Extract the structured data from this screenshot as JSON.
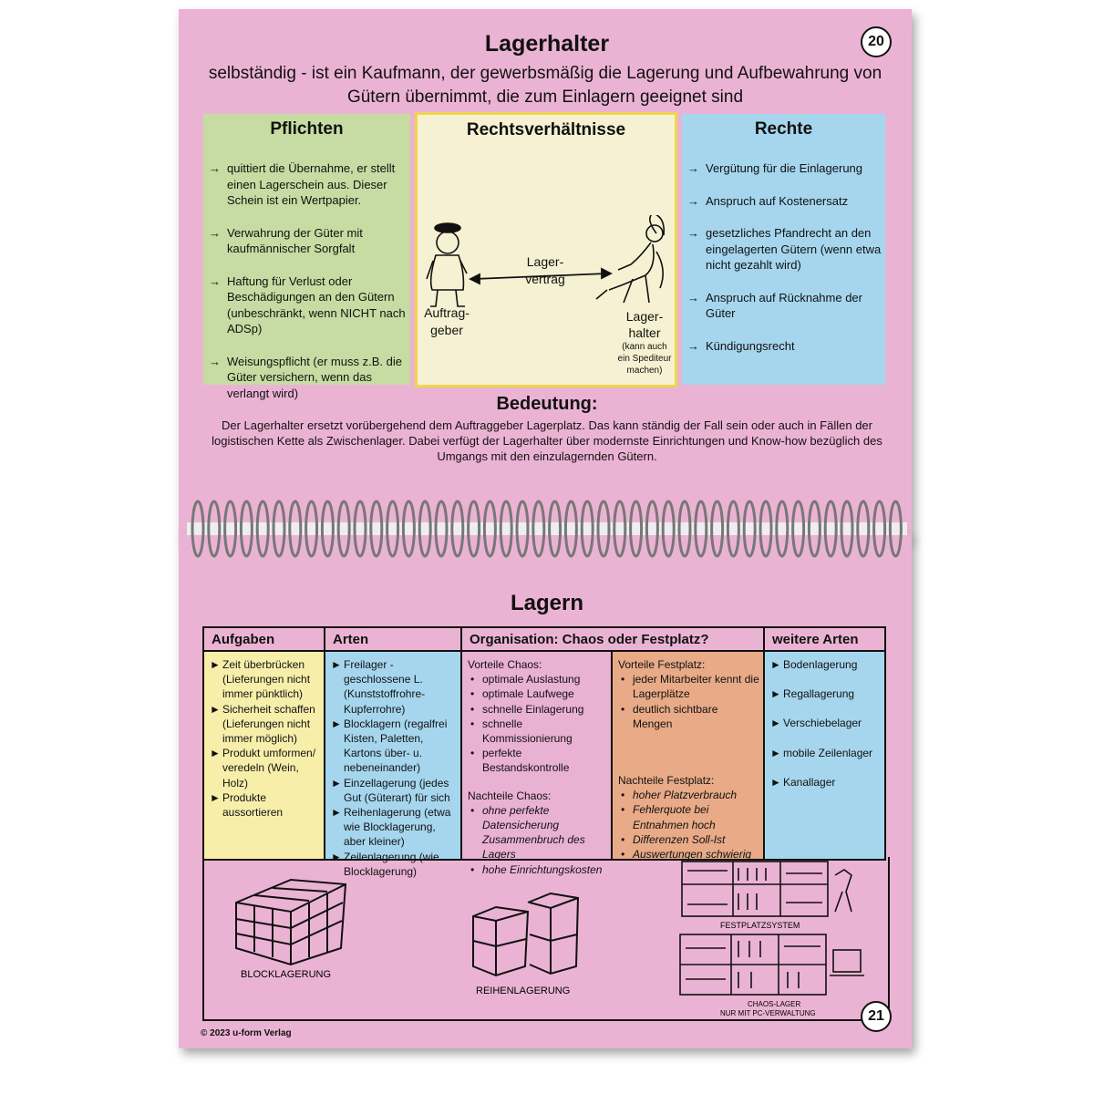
{
  "top": {
    "page_number": "20",
    "title": "Lagerhalter",
    "subtitle_line1": "selbständig - ist ein Kaufmann, der gewerbsmäßig die Lagerung und Aufbewahrung von",
    "subtitle_line2": "Gütern übernimmt, die zum Einlagern geeignet sind",
    "pflichten": {
      "heading": "Pflichten",
      "items": [
        "quittiert die Übernahme, er stellt einen Lagerschein aus. Dieser Schein ist ein Wertpapier.",
        "Verwahrung der Güter mit kaufmännischer Sorgfalt",
        "Haftung für Verlust oder Beschädigungen an den Gütern (unbeschränkt, wenn NICHT nach ADSp)",
        "Weisungspflicht (er muss z.B. die Güter versichern, wenn das verlangt wird)"
      ]
    },
    "rechtsverhaeltnisse": {
      "heading": "Rechtsverhältnisse",
      "contract_line1": "Lager-",
      "contract_line2": "vertrag",
      "left_line1": "Auftrag-",
      "left_line2": "geber",
      "right_line1": "Lager-",
      "right_line2": "halter",
      "right_note1": "(kann auch",
      "right_note2": "ein Spediteur",
      "right_note3": "machen)"
    },
    "rechte": {
      "heading": "Rechte",
      "items": [
        "Vergütung für die Einlagerung",
        "Anspruch auf Kostenersatz",
        "gesetzliches Pfandrecht an den eingelagerten Gütern (wenn etwa nicht gezahlt wird)",
        "Anspruch auf Rücknahme der Güter",
        "Kündigungsrecht"
      ]
    },
    "bedeutung": {
      "heading": "Bedeutung:",
      "text": "Der Lagerhalter ersetzt vorübergehend dem Auftraggeber Lagerplatz. Das kann ständig der Fall sein oder auch in Fällen der logistischen Kette als Zwischenlager. Dabei verfügt der Lagerhalter über modernste Einrichtungen und Know-how bezüglich des Umgangs mit den einzulagernden Gütern."
    }
  },
  "bottom": {
    "page_number": "21",
    "title": "Lagern",
    "headers": {
      "aufgaben": "Aufgaben",
      "arten": "Arten",
      "organisation": "Organisation: Chaos oder Festplatz?",
      "weitere": "weitere Arten"
    },
    "aufgaben": [
      "Zeit überbrücken (Lieferungen nicht immer pünktlich)",
      "Sicherheit schaffen (Lieferungen nicht immer möglich)",
      "Produkt umformen/ veredeln (Wein, Holz)",
      "Produkte aussortieren"
    ],
    "arten": [
      "Freilager - geschlossene L. (Kunststoffrohre-Kupferrohre)",
      "Blocklagern (regalfrei Kisten, Paletten, Kartons über- u. nebeneinander)",
      "Einzellagerung (jedes Gut (Güterart) für sich",
      "Reihenlagerung (etwa wie Blocklagerung, aber kleiner)",
      "Zeilenlagerung (wie Blocklagerung)"
    ],
    "chaos": {
      "vorteile_title": "Vorteile Chaos:",
      "vorteile": [
        "optimale Auslastung",
        "optimale Laufwege",
        "schnelle Einlagerung",
        "schnelle Kommissionierung",
        "perfekte Bestandskontrolle"
      ],
      "nachteile_title": "Nachteile Chaos:",
      "nachteile": [
        "ohne perfekte Datensicherung Zusammenbruch des Lagers",
        "hohe Einrichtungskosten"
      ]
    },
    "festplatz": {
      "vorteile_title": "Vorteile Festplatz:",
      "vorteile": [
        "jeder Mitarbeiter kennt die Lagerplätze",
        "deutlich sichtbare Mengen"
      ],
      "nachteile_title": "Nachteile Festplatz:",
      "nachteile": [
        "hoher Platzverbrauch",
        "Fehlerquote bei Entnahmen hoch",
        "Differenzen Soll-Ist",
        "Auswertungen schwierig"
      ]
    },
    "weitere": [
      "Bodenlagerung",
      "Regallagerung",
      "Verschiebelager",
      "mobile Zeilenlager",
      "Kanallager"
    ],
    "sketch_labels": {
      "block": "BLOCKLAGERUNG",
      "reihen": "REIHENLAGERUNG",
      "festplatz": "FESTPLATZSYSTEM",
      "chaos1": "CHAOS-LAGER",
      "chaos2": "NUR MIT PC-VERWALTUNG"
    },
    "copyright": "© 2023 u-form Verlag"
  },
  "colors": {
    "page": "#ebb3d3",
    "green": "#c6dca2",
    "cream": "#f5f1d2",
    "blue": "#a6d6ee",
    "yellow": "#f7eeaa",
    "orange": "#e8aa87",
    "pink_cell": "#e9b1d2"
  }
}
